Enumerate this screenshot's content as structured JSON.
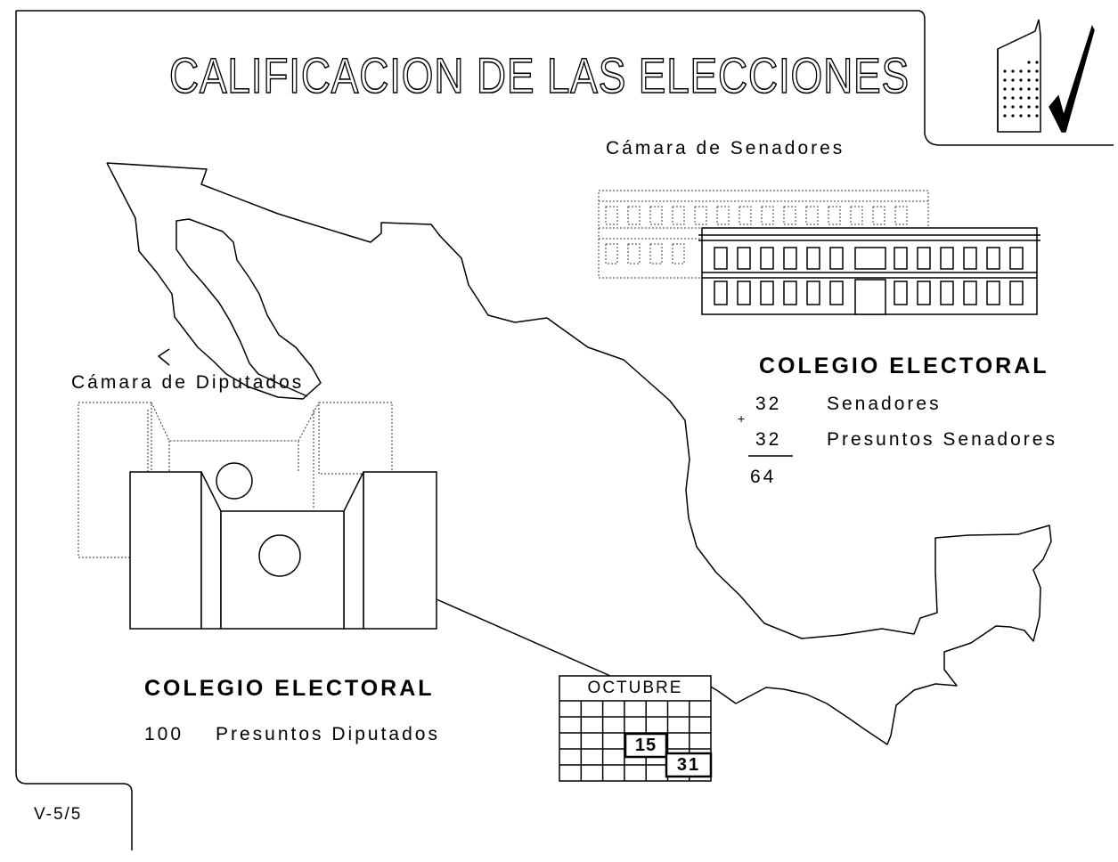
{
  "title": "CALIFICACION DE LAS ELECCIONES",
  "senado": {
    "label": "Cámara de Senadores",
    "colegio_title": "COLEGIO ELECTORAL",
    "rows": [
      {
        "number": "32",
        "text": "Senadores"
      },
      {
        "number": "32",
        "text": "Presuntos Senadores"
      }
    ],
    "plus_sign": "+",
    "total": "64"
  },
  "diputados": {
    "label": "Cámara de Diputados",
    "colegio_title": "COLEGIO ELECTORAL",
    "number": "100",
    "text": "Presuntos Diputados"
  },
  "calendar": {
    "month": "OCTUBRE",
    "day_start": "15",
    "day_end": "31"
  },
  "page_code": "V-5/5",
  "icons": [
    "ballot-box-check-icon",
    "senate-building-icon",
    "deputies-building-icon",
    "calendar-icon",
    "mexico-map-icon"
  ]
}
